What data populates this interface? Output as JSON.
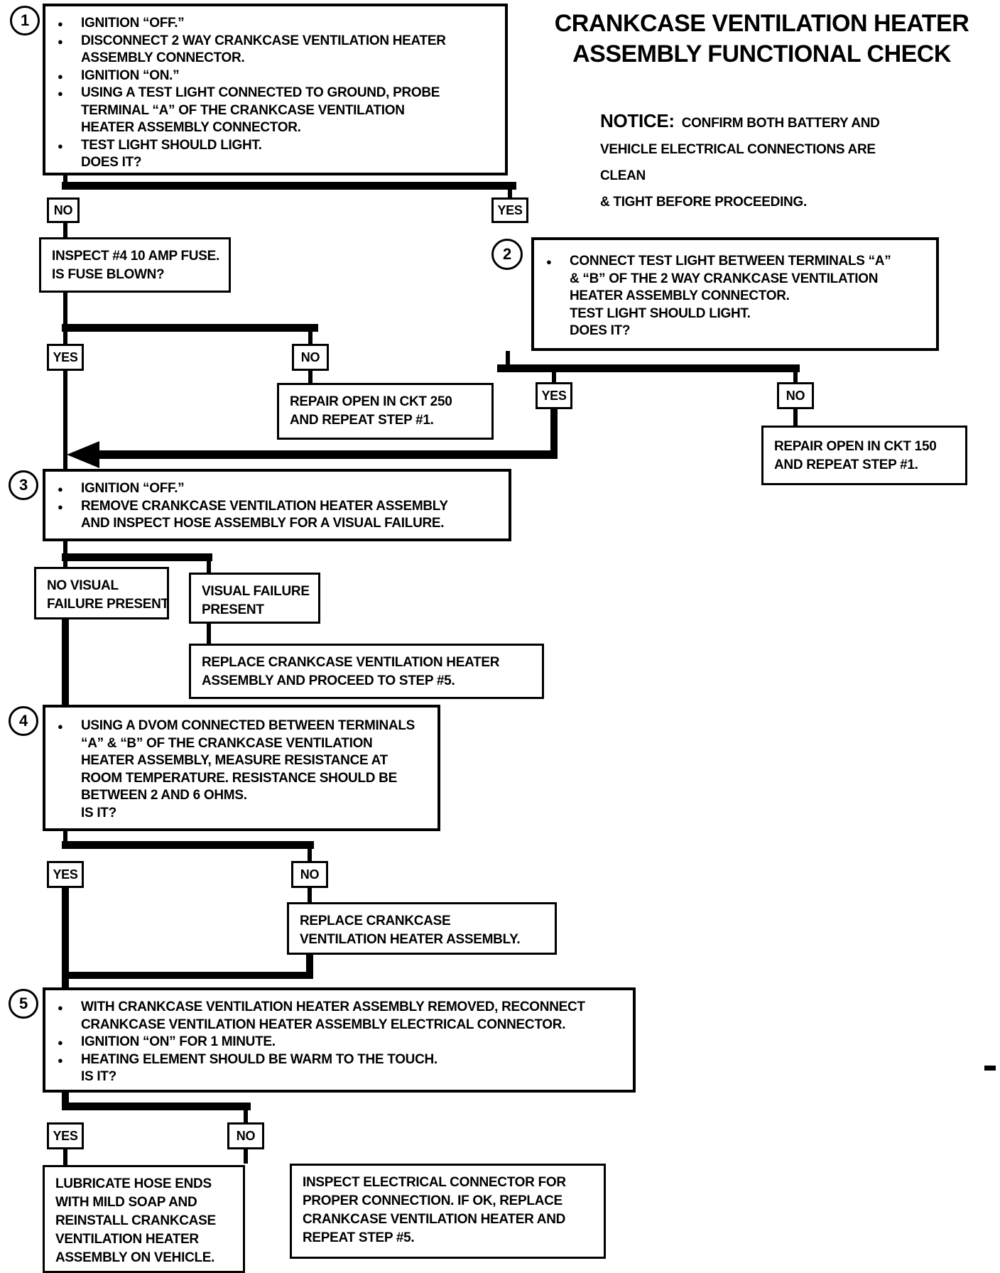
{
  "page": {
    "heading_line1": "CRANKCASE VENTILATION HEATER",
    "heading_line2": "ASSEMBLY FUNCTIONAL CHECK"
  },
  "notice": {
    "label": "NOTICE:",
    "line1": "CONFIRM BOTH BATTERY AND",
    "line2": "VEHICLE ELECTRICAL CONNECTIONS ARE CLEAN",
    "line3": "& TIGHT BEFORE PROCEEDING."
  },
  "steps": {
    "step1": {
      "number": "1",
      "lines": [
        "IGNITION “OFF.”",
        "DISCONNECT 2 WAY CRANKCASE VENTILATION HEATER",
        "ASSEMBLY CONNECTOR.",
        "IGNITION “ON.”",
        "USING A TEST LIGHT CONNECTED TO GROUND, PROBE",
        "TERMINAL “A” OF THE CRANKCASE VENTILATION",
        "HEATER ASSEMBLY CONNECTOR.",
        "TEST LIGHT SHOULD LIGHT.",
        "DOES IT?"
      ]
    },
    "step2": {
      "number": "2",
      "lines": [
        "CONNECT TEST LIGHT BETWEEN TERMINALS “A”",
        "& “B” OF THE 2 WAY CRANKCASE VENTILATION",
        "HEATER ASSEMBLY CONNECTOR.",
        "TEST LIGHT SHOULD LIGHT.",
        "DOES IT?"
      ]
    },
    "step3": {
      "number": "3",
      "lines": [
        "IGNITION “OFF.”",
        "REMOVE CRANKCASE VENTILATION HEATER ASSEMBLY",
        "AND INSPECT HOSE ASSEMBLY FOR A VISUAL FAILURE."
      ]
    },
    "step4": {
      "number": "4",
      "lines": [
        "USING A DVOM CONNECTED BETWEEN TERMINALS",
        "“A” & “B” OF THE CRANKCASE VENTILATION",
        "HEATER ASSEMBLY, MEASURE RESISTANCE AT",
        "ROOM TEMPERATURE.  RESISTANCE SHOULD BE",
        "BETWEEN 2 AND 6 OHMS.",
        "IS IT?"
      ]
    },
    "step5": {
      "number": "5",
      "lines": [
        "WITH CRANKCASE VENTILATION HEATER ASSEMBLY REMOVED, RECONNECT",
        "CRANKCASE VENTILATION HEATER ASSEMBLY ELECTRICAL CONNECTOR.",
        "IGNITION “ON” FOR 1 MINUTE.",
        "HEATING ELEMENT SHOULD BE WARM TO THE TOUCH.",
        "IS IT?"
      ]
    }
  },
  "decisions": {
    "step1_no": "NO",
    "step1_yes": "YES",
    "fuse_yes": "YES",
    "fuse_no": "NO",
    "step2_yes": "YES",
    "step2_no": "NO",
    "step4_yes": "YES",
    "step4_no": "NO",
    "step5_yes": "YES",
    "step5_no": "NO"
  },
  "outcomes": {
    "inspect_fuse": {
      "lines": [
        "INSPECT #4 10 AMP FUSE.",
        "IS FUSE BLOWN?"
      ]
    },
    "repair_ckt250": {
      "lines": [
        "REPAIR OPEN IN CKT 250",
        "AND REPEAT STEP #1."
      ]
    },
    "repair_ckt150": {
      "lines": [
        "REPAIR OPEN IN CKT 150",
        "AND REPEAT STEP #1."
      ]
    },
    "no_visual_failure": {
      "lines": [
        "NO VISUAL",
        "FAILURE PRESENT"
      ]
    },
    "visual_failure": {
      "lines": [
        "VISUAL FAILURE",
        "PRESENT"
      ]
    },
    "replace_and_proceed": {
      "lines": [
        "REPLACE CRANKCASE VENTILATION HEATER",
        "ASSEMBLY AND PROCEED TO STEP #5."
      ]
    },
    "replace_assembly": {
      "lines": [
        "REPLACE CRANKCASE",
        "VENTILATION HEATER ASSEMBLY."
      ]
    },
    "lubricate_reinstall": {
      "lines": [
        "LUBRICATE HOSE ENDS",
        "WITH MILD SOAP AND",
        "REINSTALL CRANKCASE",
        "VENTILATION HEATER",
        "ASSEMBLY ON VEHICLE."
      ]
    },
    "inspect_connector": {
      "lines": [
        "INSPECT ELECTRICAL CONNECTOR FOR",
        "PROPER CONNECTION.  IF OK, REPLACE",
        "CRANKCASE VENTILATION HEATER AND",
        "REPEAT STEP #5."
      ]
    }
  },
  "colors": {
    "ink": "#000000",
    "paper": "#ffffff"
  }
}
